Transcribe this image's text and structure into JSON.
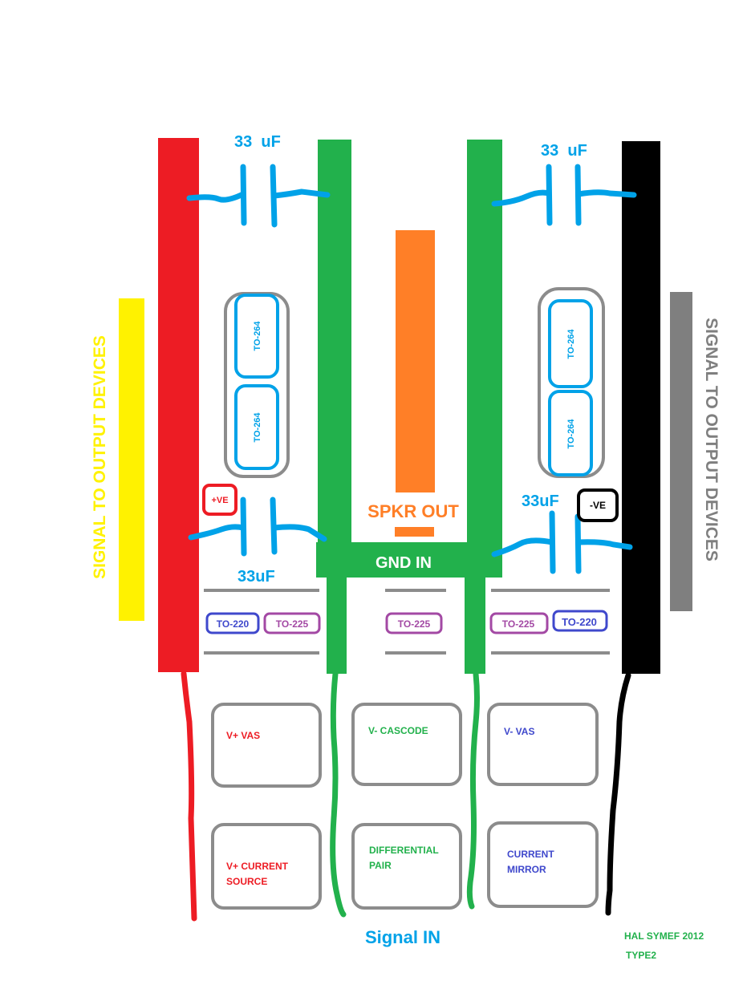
{
  "colors": {
    "positive_rail": "#ed1c24",
    "negative_rail": "#000000",
    "ground": "#22b14c",
    "speaker_out": "#ff7f27",
    "capacitor": "#00a2e8",
    "yellow_bar": "#fff200",
    "gray_bar": "#7f7f7f",
    "outline_gray": "#8c8c8c",
    "to220_blue": "#3f48cc",
    "to225_purple": "#a349a4"
  },
  "capacitors": {
    "top_left": "33  uF",
    "top_right": "33  uF",
    "mid_left": "33uF",
    "mid_right": "33uF"
  },
  "rails": {
    "positive": "+VE",
    "negative": "-VE",
    "gnd_in": "GND IN",
    "speaker_out": "SPKR OUT"
  },
  "side_labels": {
    "left": "SIGNAL TO OUTPUT DEVICES",
    "right": "SIGNAL TO OUTPUT DEVICES"
  },
  "packages": {
    "to264": [
      "TO-264",
      "TO-264",
      "TO-264",
      "TO-264"
    ],
    "to220_left": "TO-220",
    "to225_left": "TO-225",
    "to225_center": "TO-225",
    "to225_right": "TO-225",
    "to220_right": "TO-220"
  },
  "stages": {
    "vplus_vas": "V+ VAS",
    "vminus_cascode": "V- CASCODE",
    "vminus_vas": "V- VAS",
    "current_source_line1": "V+ CURRENT",
    "current_source_line2": "SOURCE",
    "diff_pair_line1": "DIFFERENTIAL",
    "diff_pair_line2": "PAIR",
    "current_mirror_line1": "CURRENT",
    "current_mirror_line2": "MIRROR"
  },
  "signal_in": "Signal IN",
  "credit": {
    "line1": "HAL SYMEF 2012",
    "line2": "TYPE2"
  }
}
